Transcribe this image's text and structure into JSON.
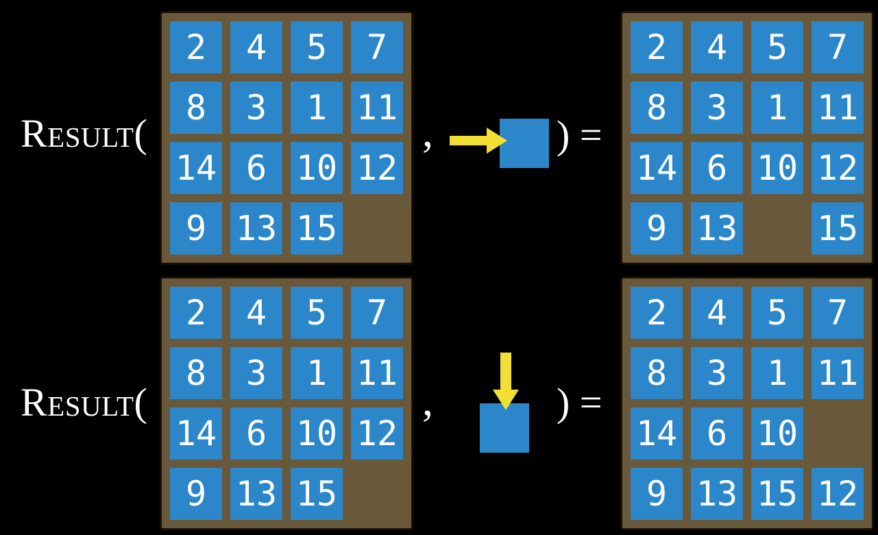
{
  "figure": {
    "rows": [
      {
        "function_label": "Result(",
        "comma": ",",
        "move": {
          "direction": "right",
          "icon": "right-arrow-icon",
          "operand": "blank-tile"
        },
        "close_equals": ") =",
        "input_grid": [
          [
            2,
            4,
            5,
            7
          ],
          [
            8,
            3,
            1,
            11
          ],
          [
            14,
            6,
            10,
            12
          ],
          [
            9,
            13,
            15,
            null
          ]
        ],
        "output_grid": [
          [
            2,
            4,
            5,
            7
          ],
          [
            8,
            3,
            1,
            11
          ],
          [
            14,
            6,
            10,
            12
          ],
          [
            9,
            13,
            null,
            15
          ]
        ]
      },
      {
        "function_label": "Result(",
        "comma": ",",
        "move": {
          "direction": "down",
          "icon": "down-arrow-icon",
          "operand": "blank-tile"
        },
        "close_equals": ") =",
        "input_grid": [
          [
            2,
            4,
            5,
            7
          ],
          [
            8,
            3,
            1,
            11
          ],
          [
            14,
            6,
            10,
            12
          ],
          [
            9,
            13,
            15,
            null
          ]
        ],
        "output_grid": [
          [
            2,
            4,
            5,
            7
          ],
          [
            8,
            3,
            1,
            11
          ],
          [
            14,
            6,
            10,
            null
          ],
          [
            9,
            13,
            15,
            12
          ]
        ]
      }
    ],
    "palette": {
      "background": "#000000",
      "board_frame_brown": "#695839",
      "tile_blue": "#2b87c9",
      "arrow_yellow": "#f1df35",
      "text_white": "#ffffff"
    }
  }
}
